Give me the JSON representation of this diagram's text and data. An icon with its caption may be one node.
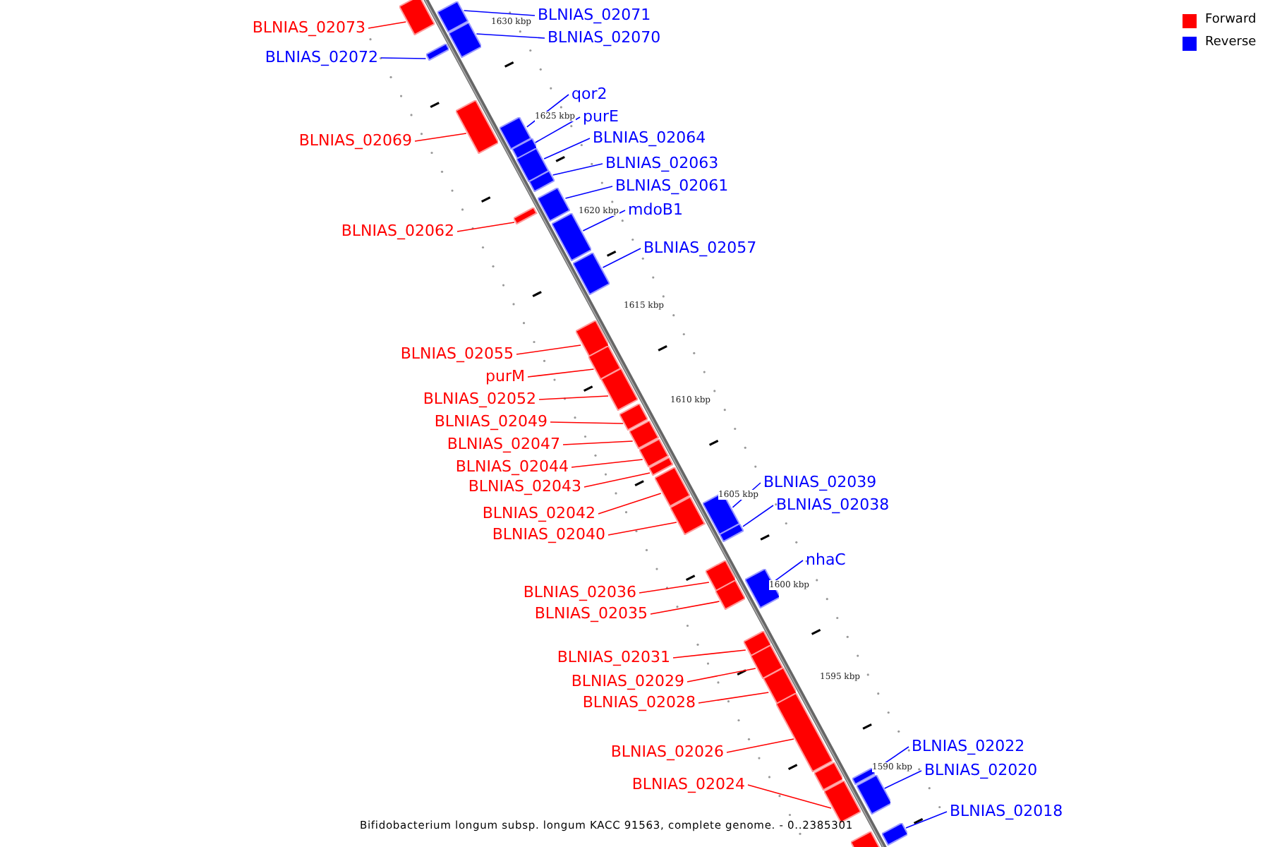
{
  "diagram": {
    "caption": "Bifidobacterium longum subsp. longum KACC 91563, complete genome. - 0..2385301",
    "nodes": [
      {
        "text": [
          "BLNIAS_02071"
        ]
      },
      {
        "text": [
          "BLNIAS_02073"
        ]
      },
      {
        "text": [
          "BLNIAS_02070"
        ]
      },
      {
        "text": [
          "BLNIAS_02072"
        ]
      },
      {
        "text": [
          "qor2"
        ]
      },
      {
        "text": [
          "purE"
        ]
      },
      {
        "text": [
          "BLNIAS_02064"
        ]
      },
      {
        "text": [
          "BLNIAS_02069"
        ]
      },
      {
        "text": [
          "BLNIAS_02063"
        ]
      },
      {
        "text": [
          "BLNIAS_02061"
        ]
      },
      {
        "text": [
          "mdoB1"
        ]
      },
      {
        "text": [
          "BLNIAS_02062"
        ]
      },
      {
        "text": [
          "BLNIAS_02057"
        ]
      },
      {
        "text": [
          "BLNIAS_02055"
        ]
      },
      {
        "text": [
          "purM"
        ]
      },
      {
        "text": [
          "BLNIAS_02052"
        ]
      },
      {
        "text": [
          "BLNIAS_02049"
        ]
      },
      {
        "text": [
          "BLNIAS_02047"
        ]
      },
      {
        "text": [
          "BLNIAS_02044"
        ]
      },
      {
        "text": [
          "BLNIAS_02039"
        ]
      },
      {
        "text": [
          "BLNIAS_02043"
        ]
      },
      {
        "text": [
          "BLNIAS_02038"
        ]
      },
      {
        "text": [
          "BLNIAS_02042"
        ]
      },
      {
        "text": [
          "BLNIAS_02040"
        ]
      },
      {
        "text": [
          "nhaC"
        ]
      },
      {
        "text": [
          "BLNIAS_02036"
        ]
      },
      {
        "text": [
          "BLNIAS_02035"
        ]
      },
      {
        "text": [
          "BLNIAS_02031"
        ]
      },
      {
        "text": [
          "BLNIAS_02029"
        ]
      },
      {
        "text": [
          "BLNIAS_02028"
        ]
      },
      {
        "text": [
          "BLNIAS_02022"
        ]
      },
      {
        "text": [
          "BLNIAS_02026"
        ]
      },
      {
        "text": [
          "BLNIAS_02020"
        ]
      },
      {
        "text": [
          "BLNIAS_02024"
        ]
      },
      {
        "text": [
          "BLNIAS_02018"
        ]
      },
      {
        "text": [],
        "shape": "bar"
      },
      {
        "text": [],
        "shape": "bar"
      },
      {
        "text": [],
        "shape": "bar"
      },
      {
        "text": [],
        "shape": "bar"
      },
      {
        "text": [],
        "shape": "bar"
      },
      {
        "text": [],
        "shape": "bar"
      },
      {
        "text": [],
        "shape": "bar"
      },
      {
        "text": [],
        "shape": "bar"
      },
      {
        "text": [],
        "shape": "bar"
      },
      {
        "text": [],
        "shape": "bar"
      },
      {
        "text": [],
        "shape": "bar"
      },
      {
        "text": [],
        "shape": "bar"
      },
      {
        "text": [],
        "shape": "bar"
      },
      {
        "text": [],
        "shape": "bar"
      },
      {
        "text": [],
        "shape": "bar"
      },
      {
        "text": [],
        "shape": "bar"
      },
      {
        "text": [],
        "shape": "bar"
      },
      {
        "text": [],
        "shape": "bar"
      },
      {
        "text": [],
        "shape": "bar"
      },
      {
        "text": [],
        "shape": "bar"
      },
      {
        "text": [],
        "shape": "bar"
      },
      {
        "text": [],
        "shape": "bar"
      },
      {
        "text": [],
        "shape": "bar"
      },
      {
        "text": [],
        "shape": "bar"
      },
      {
        "text": [],
        "shape": "bar"
      },
      {
        "text": [],
        "shape": "bar"
      },
      {
        "text": [],
        "shape": "bar"
      },
      {
        "text": [],
        "shape": "bar"
      },
      {
        "text": [],
        "shape": "bar"
      },
      {
        "text": [],
        "shape": "bar"
      },
      {
        "text": [],
        "shape": "bar"
      },
      {
        "text": [],
        "shape": "bar"
      },
      {
        "text": [],
        "shape": "bar"
      },
      {
        "text": [],
        "shape": "bar"
      },
      {
        "text": [],
        "shape": "bar"
      },
      {
        "text": [],
        "shape": "bar"
      },
      {
        "text": [],
        "shape": "bar"
      }
    ],
    "edges": [
      {
        "from": 0,
        "to": 36,
        "arrow": "none",
        "color": "#0000ff"
      },
      {
        "from": 1,
        "to": 35,
        "arrow": "none"
      },
      {
        "from": 2,
        "to": 37,
        "arrow": "none",
        "color": "#0000ff"
      },
      {
        "from": 3,
        "to": 38,
        "arrow": "none",
        "color": "#0000ff"
      },
      {
        "from": 4,
        "to": 40,
        "arrow": "none",
        "color": "#0000ff"
      },
      {
        "from": 5,
        "to": 41,
        "arrow": "none",
        "color": "#0000ff"
      },
      {
        "from": 6,
        "to": 42,
        "arrow": "none",
        "color": "#0000ff"
      },
      {
        "from": 7,
        "to": 39,
        "arrow": "none"
      },
      {
        "from": 8,
        "to": 43,
        "arrow": "none",
        "color": "#0000ff"
      },
      {
        "from": 9,
        "to": 44,
        "arrow": "none",
        "color": "#0000ff"
      },
      {
        "from": 10,
        "to": 46,
        "arrow": "none",
        "color": "#0000ff"
      },
      {
        "from": 11,
        "to": 45,
        "arrow": "none"
      },
      {
        "from": 12,
        "to": 47,
        "arrow": "none",
        "color": "#0000ff"
      },
      {
        "from": 13,
        "to": 48,
        "arrow": "none"
      },
      {
        "from": 14,
        "to": 49,
        "arrow": "none"
      },
      {
        "from": 15,
        "to": 50,
        "arrow": "none"
      },
      {
        "from": 16,
        "to": 51,
        "arrow": "none"
      },
      {
        "from": 17,
        "to": 52,
        "arrow": "none"
      },
      {
        "from": 18,
        "to": 53,
        "arrow": "none"
      },
      {
        "from": 19,
        "to": 57,
        "arrow": "none",
        "color": "#0000ff"
      },
      {
        "from": 20,
        "to": 54,
        "arrow": "none"
      },
      {
        "from": 21,
        "to": 58,
        "arrow": "none",
        "color": "#0000ff"
      },
      {
        "from": 22,
        "to": 55,
        "arrow": "none"
      },
      {
        "from": 23,
        "to": 56,
        "arrow": "none"
      },
      {
        "from": 24,
        "to": 61,
        "arrow": "none",
        "color": "#0000ff"
      },
      {
        "from": 25,
        "to": 59,
        "arrow": "none"
      },
      {
        "from": 26,
        "to": 60,
        "arrow": "none"
      },
      {
        "from": 27,
        "to": 62,
        "arrow": "none"
      },
      {
        "from": 28,
        "to": 63,
        "arrow": "none"
      },
      {
        "from": 29,
        "to": 64,
        "arrow": "none"
      },
      {
        "from": 30,
        "to": 68,
        "arrow": "none",
        "color": "#0000ff"
      },
      {
        "from": 31,
        "to": 65,
        "arrow": "none"
      },
      {
        "from": 32,
        "to": 69,
        "arrow": "none",
        "color": "#0000ff"
      },
      {
        "from": 33,
        "to": 67,
        "arrow": "none"
      },
      {
        "from": 34,
        "to": 71,
        "arrow": "none",
        "color": "#0000ff"
      }
    ],
    "labels": [
      "1630 kbp",
      "1625 kbp",
      "1620 kbp",
      "1615 kbp",
      "1610 kbp",
      "1605 kbp",
      "1600 kbp",
      "1595 kbp",
      "1590 kbp"
    ],
    "legend": [
      {
        "text": "Forward",
        "color": "#ff0000"
      },
      {
        "text": "Reverse",
        "color": "#0000ff"
      }
    ]
  }
}
